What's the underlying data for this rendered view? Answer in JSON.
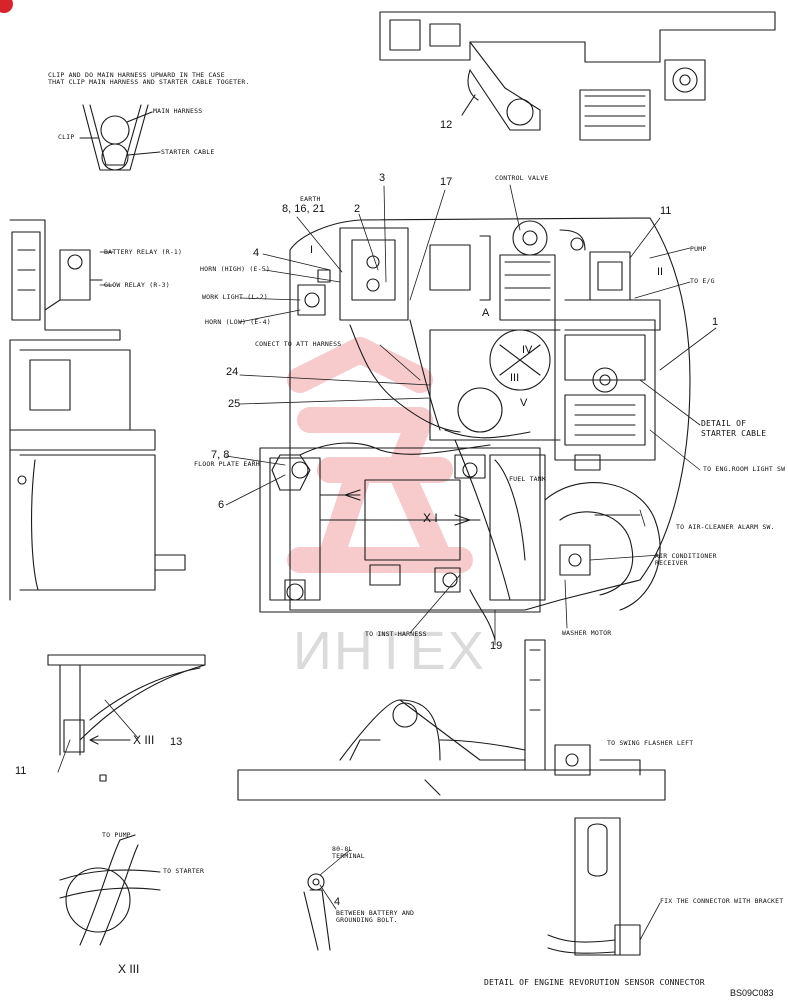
{
  "notes": {
    "clip_note": "CLIP AND DO MAIN HARNESS UPWARD IN THE CASE\nTHAT CLIP MAIN HARNESS AND STARTER CABLE TOGETER.",
    "main_harness": "MAIN HARNESS",
    "clip": "CLIP",
    "starter_cable": "STARTER CABLE",
    "battery_relay": "BATTERY RELAY (R-1)",
    "glow_relay": "GLOW RELAY (R-3)",
    "earth": "EARTH",
    "horn_high": "HORN (HIGH) (E-5)",
    "work_light": "WORK LIGHT (L-2)",
    "horn_low": "HORN (LOW) (E-4)",
    "connect_att": "CONECT TO ATT HARNESS",
    "floor_plate_earth": "FLOOR PLATE EARH",
    "control_valve": "CONTROL VALVE",
    "pump": "PUMP",
    "to_em": "TO E/G",
    "detail_starter": "DETAIL OF\nSTARTER CABLE",
    "to_eng_room_light": "TO ENG.ROOM LIGHT SW",
    "fuel_tank": "FUEL TANK",
    "to_air_cleaner": "TO AIR-CLEANER ALARM SW.",
    "air_conditioner": "AIR CONDITIONER\nRECEIVER",
    "washer_motor": "WASHER MOTOR",
    "to_inst_harness": "TO INST-HARNESS",
    "to_swing_flasher": "TO SWING FLASHER LEFT",
    "to_pump": "TO PUMP",
    "to_starter": "TO STARTER",
    "terminal": "80-8L\nTERMINAL",
    "between_battery": "BETWEEN BATTERY AND\nGROUNDING BOLT.",
    "fix_connector": "FIX THE CONNECTOR WITH BRACKET",
    "detail_engine": "DETAIL OF ENGINE REVORUTION SENSOR CONNECTOR"
  },
  "callouts": {
    "n12": "12",
    "n3": "3",
    "n17": "17",
    "n11a": "11",
    "n8_16_21": "8, 16, 21",
    "n2": "2",
    "n4a": "4",
    "n1": "1",
    "n24": "24",
    "n25": "25",
    "n7_8": "7, 8",
    "n6": "6",
    "n19": "19",
    "n13": "13",
    "n11b": "11",
    "n4b": "4"
  },
  "view_marks": {
    "v1": "I",
    "v2": "II",
    "v3": "III",
    "v4": "IV",
    "v5": "V",
    "xi": "X I",
    "xiii_arrow": "X III",
    "xiii": "X III",
    "a_mark": "A",
    "ii_mark": "II"
  },
  "watermark": "ИНТЕХ",
  "drawing_code": "BS09C083"
}
